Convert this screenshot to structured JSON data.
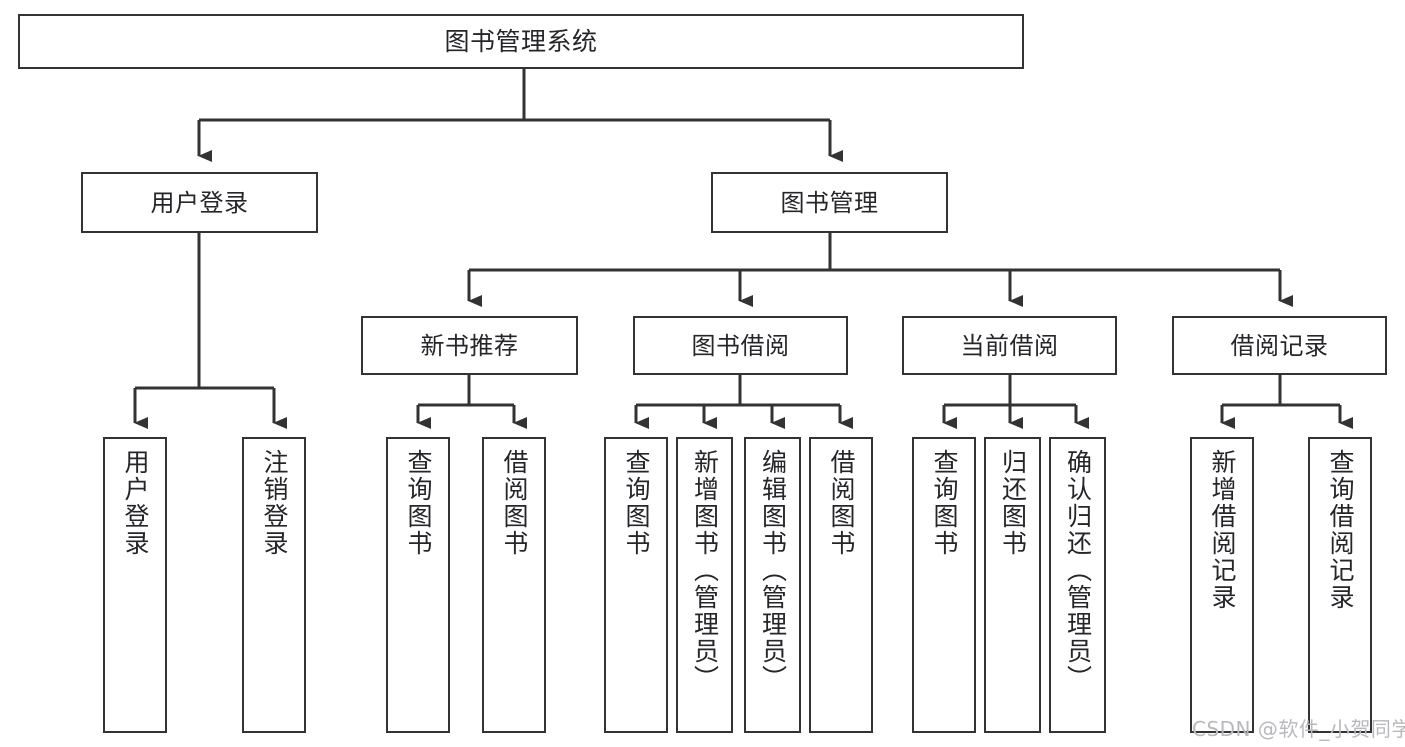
{
  "diagram": {
    "title": "图书管理系统",
    "type": "tree-hierarchy",
    "watermark": "CSDN @软件_小贺同学",
    "colors": {
      "box_border": "#333333",
      "box_fill": "#ffffff",
      "connector": "#333333",
      "text": "#26262a",
      "watermark": "#b9b9bd",
      "background": "#ffffff"
    },
    "nodes": {
      "root": {
        "label": "图书管理系统"
      },
      "level1": [
        {
          "id": "user-login",
          "label": "用户登录"
        },
        {
          "id": "book-manage",
          "label": "图书管理"
        }
      ],
      "level2": [
        {
          "id": "new-book-rec",
          "label": "新书推荐"
        },
        {
          "id": "book-borrow",
          "label": "图书借阅"
        },
        {
          "id": "current-borrow",
          "label": "当前借阅"
        },
        {
          "id": "borrow-record",
          "label": "借阅记录"
        }
      ],
      "leaves": {
        "user-login": [
          {
            "id": "leaf-user-login",
            "label": "用户登录"
          },
          {
            "id": "leaf-logout",
            "label": "注销登录"
          }
        ],
        "new-book-rec": [
          {
            "id": "leaf-query-book-1",
            "label": "查询图书"
          },
          {
            "id": "leaf-borrow-book-1",
            "label": "借阅图书"
          }
        ],
        "book-borrow": [
          {
            "id": "leaf-query-book-2",
            "label": "查询图书"
          },
          {
            "id": "leaf-add-book",
            "label": "新增图书（管理员）"
          },
          {
            "id": "leaf-edit-book",
            "label": "编辑图书（管理员）"
          },
          {
            "id": "leaf-borrow-book-2",
            "label": "借阅图书"
          }
        ],
        "current-borrow": [
          {
            "id": "leaf-query-book-3",
            "label": "查询图书"
          },
          {
            "id": "leaf-return-book",
            "label": "归还图书"
          },
          {
            "id": "leaf-confirm-return",
            "label": "确认归还（管理员）"
          }
        ],
        "borrow-record": [
          {
            "id": "leaf-add-record",
            "label": "新增借阅记录"
          },
          {
            "id": "leaf-query-record",
            "label": "查询借阅记录"
          }
        ]
      }
    }
  }
}
